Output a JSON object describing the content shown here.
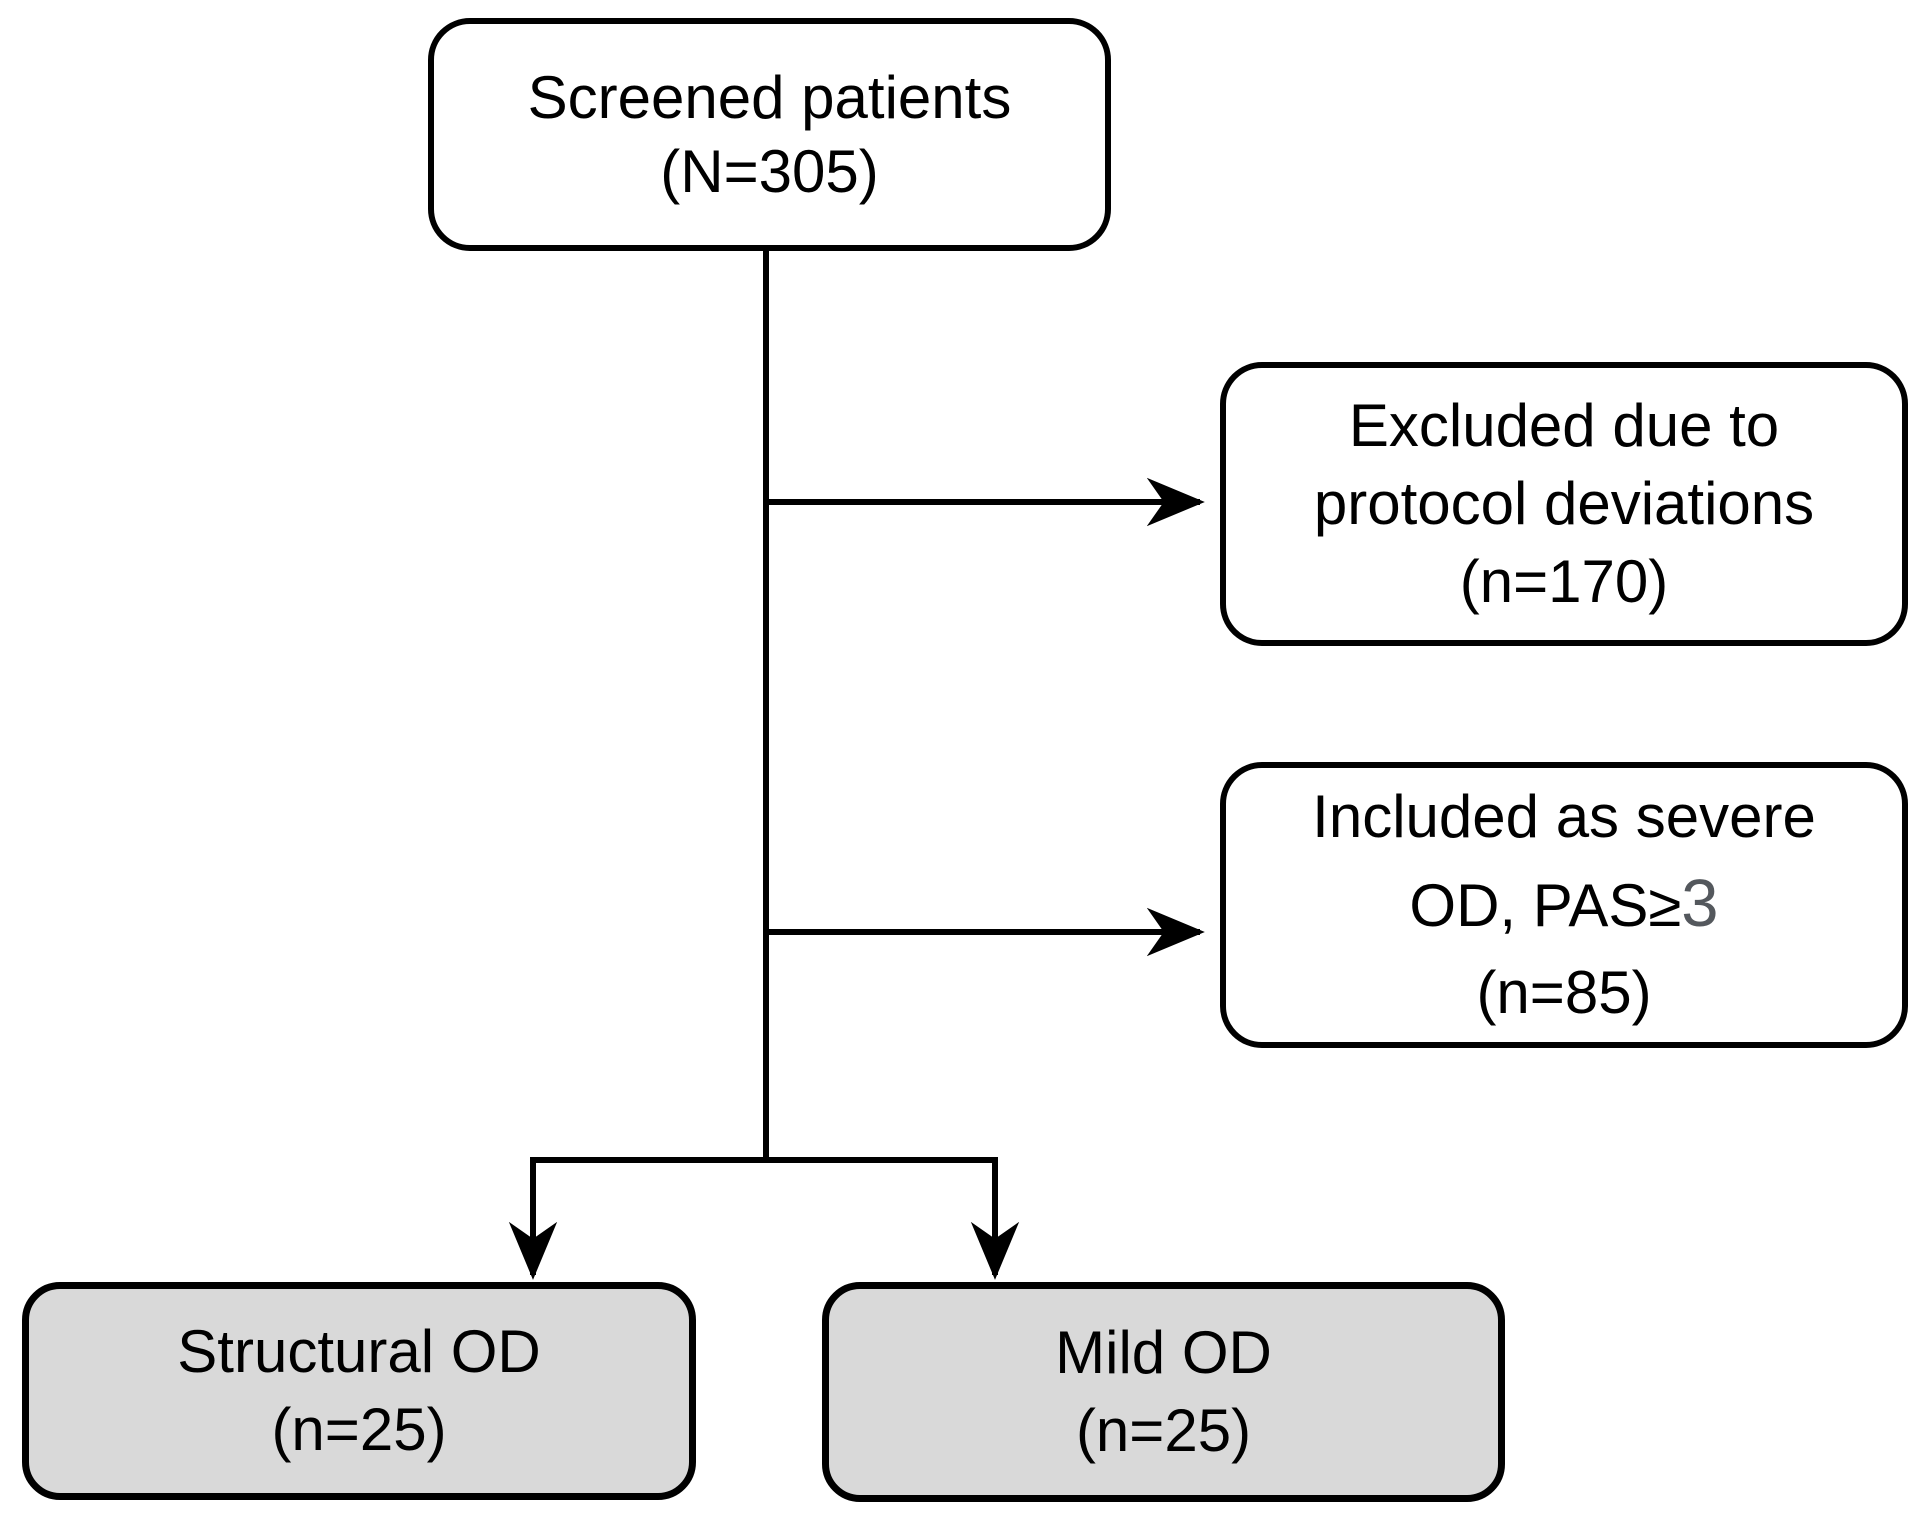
{
  "diagram": {
    "kind": "patient-flow-chart",
    "colors": {
      "background": "#ffffff",
      "box_fill_white": "#ffffff",
      "box_fill_gray": "#d9d9d9",
      "stroke": "#000000",
      "text": "#000000",
      "pas_value_gray": "#54585d"
    },
    "nodes": {
      "screened": {
        "line1": "Screened patients",
        "line2": "(N=305)"
      },
      "excluded": {
        "line1": "Excluded due to",
        "line2": "protocol deviations",
        "line3": "(n=170)"
      },
      "included": {
        "line1": "Included as severe",
        "line2_prefix": "OD, PAS≥",
        "line2_value": "3",
        "line3": "(n=85)"
      },
      "structural": {
        "line1": "Structural OD",
        "line2": "(n=25)"
      },
      "mild": {
        "line1": "Mild OD",
        "line2": "(n=25)"
      }
    }
  }
}
